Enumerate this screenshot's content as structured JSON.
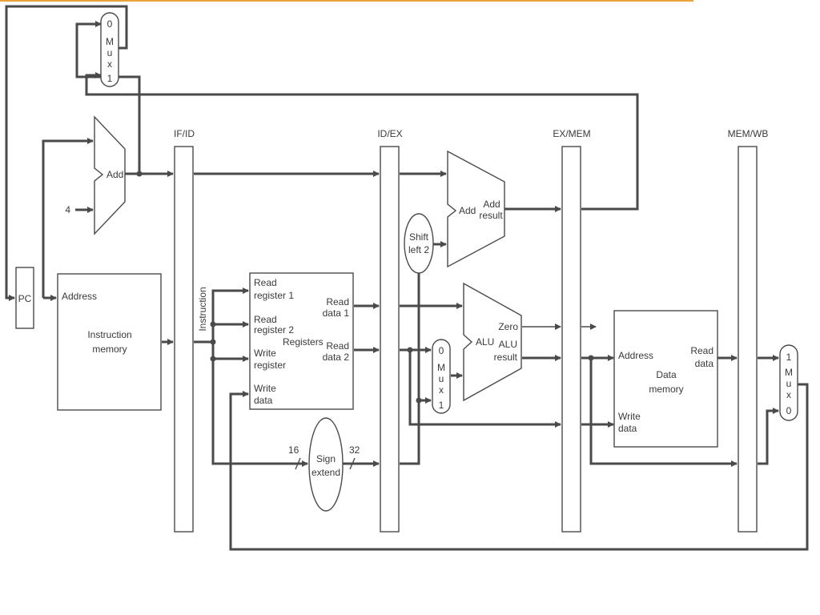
{
  "colors": {
    "top_rule": "#e8a33a",
    "line": "#4a4a4a",
    "text": "#3a3a3a"
  },
  "pipeline_registers": {
    "if_id": "IF/ID",
    "id_ex": "ID/EX",
    "ex_mem": "EX/MEM",
    "mem_wb": "MEM/WB"
  },
  "pc": "PC",
  "pc_mux": {
    "in0": "0",
    "m": "M",
    "u": "u",
    "x": "x",
    "in1": "1"
  },
  "pc_adder": {
    "label": "Add",
    "const4": "4"
  },
  "instruction_memory": {
    "address": "Address",
    "title_line1": "Instruction",
    "title_line2": "memory",
    "output": "Instruction"
  },
  "registers": {
    "title": "Registers",
    "read_reg1_a": "Read",
    "read_reg1_b": "register 1",
    "read_reg2_a": "Read",
    "read_reg2_b": "register 2",
    "write_reg_a": "Write",
    "write_reg_b": "register",
    "write_data_a": "Write",
    "write_data_b": "data",
    "read_data1_a": "Read",
    "read_data1_b": "data 1",
    "read_data2_a": "Read",
    "read_data2_b": "data 2"
  },
  "sign_extend": {
    "line1": "Sign",
    "line2": "extend",
    "in_width": "16",
    "out_width": "32"
  },
  "shift_left": {
    "line1": "Shift",
    "line2": "left 2"
  },
  "branch_adder": {
    "label": "Add",
    "result_a": "Add",
    "result_b": "result"
  },
  "alu_mux": {
    "in0": "0",
    "m": "M",
    "u": "u",
    "x": "x",
    "in1": "1"
  },
  "alu": {
    "label": "ALU",
    "zero": "Zero",
    "result_a": "ALU",
    "result_b": "result"
  },
  "data_memory": {
    "address": "Address",
    "read_a": "Read",
    "read_b": "data",
    "title_line1": "Data",
    "title_line2": "memory",
    "write_a": "Write",
    "write_b": "data"
  },
  "wb_mux": {
    "in1": "1",
    "m": "M",
    "u": "u",
    "x": "x",
    "in0": "0"
  }
}
